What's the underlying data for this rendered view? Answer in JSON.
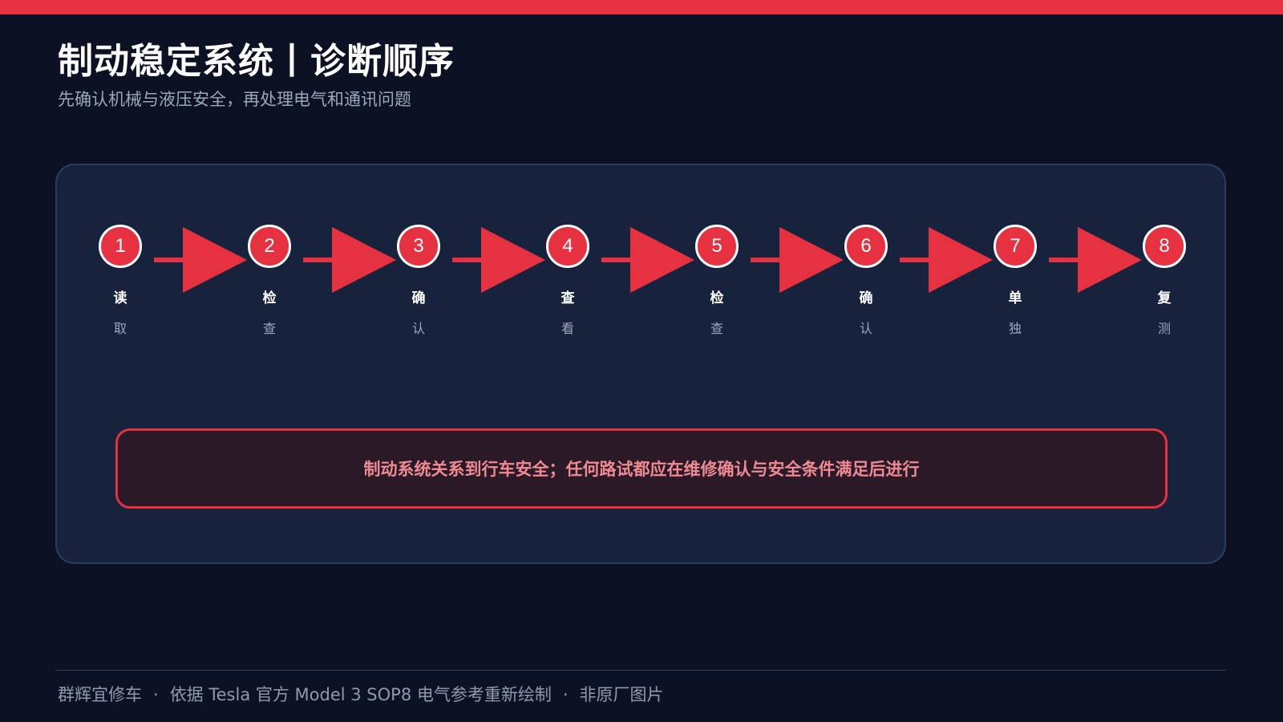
{
  "header": {
    "title": "制动稳定系统丨诊断顺序",
    "subtitle": "先确认机械与液压安全，再处理电气和通讯问题"
  },
  "flow": {
    "steps": [
      {
        "number": "1",
        "label": "读",
        "sub": "取"
      },
      {
        "number": "2",
        "label": "检",
        "sub": "查"
      },
      {
        "number": "3",
        "label": "确",
        "sub": "认"
      },
      {
        "number": "4",
        "label": "查",
        "sub": "看"
      },
      {
        "number": "5",
        "label": "检",
        "sub": "查"
      },
      {
        "number": "6",
        "label": "确",
        "sub": "认"
      },
      {
        "number": "7",
        "label": "单",
        "sub": "独"
      },
      {
        "number": "8",
        "label": "复",
        "sub": "测"
      }
    ]
  },
  "warning": {
    "text": "制动系统关系到行车安全；任何路试都应在维修确认与安全条件满足后进行"
  },
  "footer": {
    "brand": "群辉宜修车",
    "separator": "·",
    "source": "依据 Tesla 官方 Model 3 SOP8 电气参考重新绘制",
    "note": "非原厂图片"
  },
  "colors": {
    "accent": "#e63140",
    "background": "#0c1224",
    "panel": "#17233d",
    "panel_border": "#2a3d5f",
    "warning_text": "#f08a92",
    "muted_text": "#9aa7bd"
  }
}
